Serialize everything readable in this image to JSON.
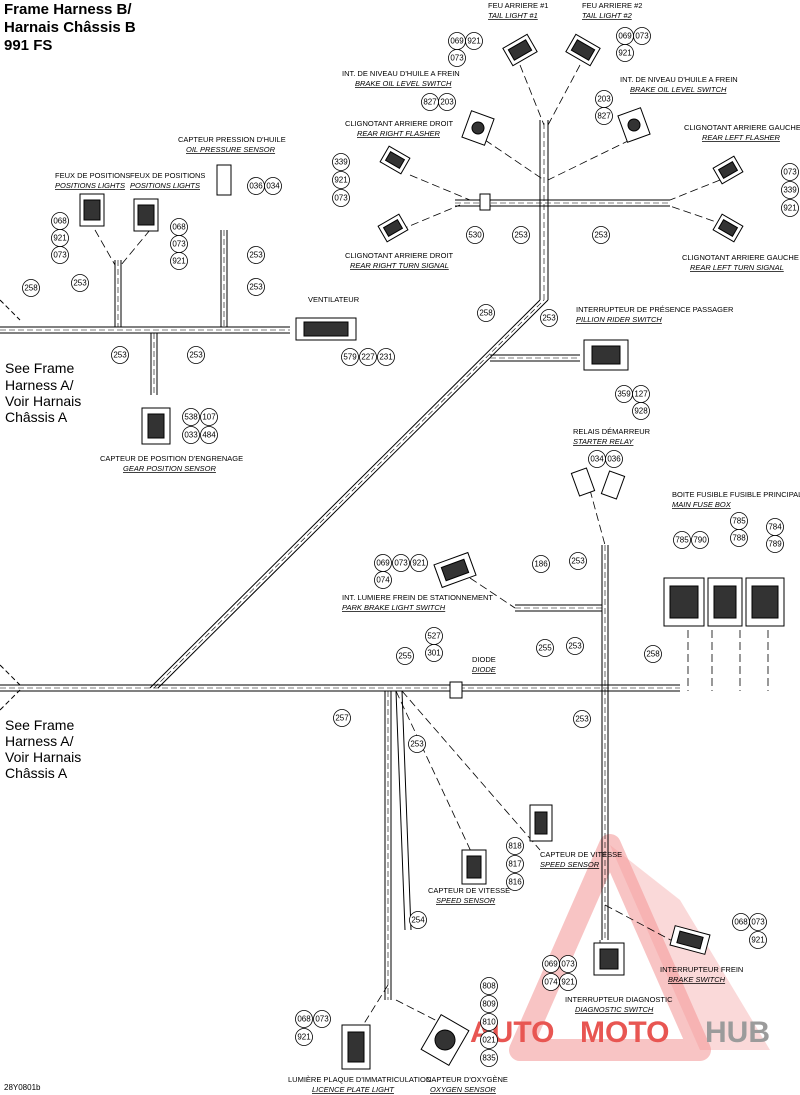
{
  "title": {
    "line1": "Frame Harness B/",
    "line2": "Harnais Châssis B",
    "line3": "991 FS"
  },
  "see_top": [
    "See Frame",
    "Harness A/",
    "Voir Harnais",
    "Châssis A"
  ],
  "see_bottom": [
    "See Frame",
    "Harness A/",
    "Voir Harnais",
    "Châssis A"
  ],
  "footer_code": "28Y0801b",
  "watermark": {
    "part1": "AUTO",
    "part2": "MOTO",
    "part3": "HUB",
    "color_red": "#e53935",
    "color_gray": "#8a8a8a"
  },
  "components": {
    "tail_light_1": {
      "fr": "FEU ARRIERE #1",
      "en": "TAIL LIGHT #1",
      "callouts": [
        "069",
        "921",
        "073"
      ]
    },
    "tail_light_2": {
      "fr": "FEU ARRIERE #2",
      "en": "TAIL LIGHT #2",
      "callouts": [
        "069",
        "073",
        "921"
      ]
    },
    "brake_oil_left": {
      "fr": "INT. DE NIVEAU D'HUILE A FREIN",
      "en": "BRAKE OIL LEVEL SWITCH",
      "callouts": [
        "827",
        "203"
      ]
    },
    "brake_oil_right": {
      "fr": "INT. DE NIVEAU D'HUILE A FREIN",
      "en": "BRAKE OIL LEVEL SWITCH",
      "callouts": [
        "203",
        "827"
      ]
    },
    "rear_right_flasher": {
      "fr": "CLIGNOTANT ARRIERE DROIT",
      "en": "REAR RIGHT FLASHER",
      "callouts": [
        "339",
        "921",
        "073"
      ]
    },
    "rear_left_flasher": {
      "fr": "CLIGNOTANT ARRIERE GAUCHE",
      "en": "REAR LEFT FLASHER",
      "callouts": [
        "073",
        "339",
        "921"
      ]
    },
    "rear_right_turn": {
      "fr": "CLIGNOTANT ARRIERE DROIT",
      "en": "REAR RIGHT TURN SIGNAL"
    },
    "rear_left_turn": {
      "fr": "CLIGNOTANT ARRIERE GAUCHE",
      "en": "REAR LEFT TURN SIGNAL"
    },
    "oil_pressure": {
      "fr": "CAPTEUR PRESSION D'HUILE",
      "en": "OIL PRESSURE SENSOR",
      "callouts": [
        "036",
        "034"
      ]
    },
    "position_light_1": {
      "fr": "FEUX DE POSITIONS",
      "en": "POSITIONS LIGHTS",
      "callouts": [
        "068",
        "921",
        "073"
      ]
    },
    "position_light_2": {
      "fr": "FEUX DE POSITIONS",
      "en": "POSITIONS LIGHTS",
      "callouts": [
        "068",
        "073",
        "921"
      ]
    },
    "fan": {
      "fr": "VENTILATEUR",
      "callouts": [
        "579",
        "227",
        "231"
      ]
    },
    "gear_position": {
      "fr": "CAPTEUR DE POSITION D'ENGRENAGE",
      "en": "GEAR POSITION SENSOR",
      "callouts": [
        "538",
        "107",
        "033",
        "484"
      ]
    },
    "pillion": {
      "fr": "INTERRUPTEUR DE PRÉSENCE PASSAGER",
      "en": "PILLION RIDER SWITCH",
      "callouts": [
        "359",
        "127",
        "928"
      ]
    },
    "starter_relay": {
      "fr": "RELAIS DÉMARREUR",
      "en": "STARTER RELAY",
      "callouts": [
        "034",
        "036"
      ]
    },
    "main_fuse": {
      "fr": "BOITE FUSIBLE FUSIBLE PRINCIPAL",
      "en": "MAIN FUSE BOX",
      "callouts": [
        "785",
        "790",
        "785",
        "788",
        "784",
        "789"
      ]
    },
    "park_brake": {
      "fr": "INT. LUMIERE FREIN DE STATIONNEMENT",
      "en": "PARK BRAKE LIGHT SWITCH",
      "callouts": [
        "069",
        "073",
        "921",
        "074"
      ]
    },
    "diode": {
      "fr": "DIODE",
      "en": "DIODE",
      "callouts": [
        "527",
        "301"
      ]
    },
    "speed_sensor_1": {
      "fr": "CAPTEUR DE VITESSE",
      "en": "SPEED SENSOR",
      "callouts": [
        "818",
        "817",
        "816"
      ]
    },
    "speed_sensor_2": {
      "fr": "CAPTEUR DE VITESSE",
      "en": "SPEED SENSOR"
    },
    "brake_switch": {
      "fr": "INTERRUPTEUR FREIN",
      "en": "BRAKE SWITCH",
      "callouts": [
        "068",
        "073",
        "921"
      ]
    },
    "diagnostic": {
      "fr": "INTERRUPTEUR DIAGNOSTIC",
      "en": "DIAGNOSTIC SWITCH",
      "callouts": [
        "069",
        "073",
        "074",
        "921"
      ]
    },
    "licence_plate": {
      "fr": "LUMIÈRE PLAQUE D'IMMATRICULATION",
      "en": "LICENCE PLATE LIGHT",
      "callouts": [
        "068",
        "073",
        "921"
      ]
    },
    "oxygen": {
      "fr": "CAPTEUR D'OXYGÈNE",
      "en": "OXYGEN SENSOR",
      "callouts": [
        "808",
        "809",
        "810",
        "021",
        "835"
      ]
    }
  },
  "harness_callouts": [
    "258",
    "253",
    "253",
    "253",
    "253",
    "253",
    "530",
    "253",
    "253",
    "258",
    "253",
    "186",
    "253",
    "253",
    "255",
    "255",
    "258",
    "257",
    "253",
    "253",
    "254"
  ]
}
